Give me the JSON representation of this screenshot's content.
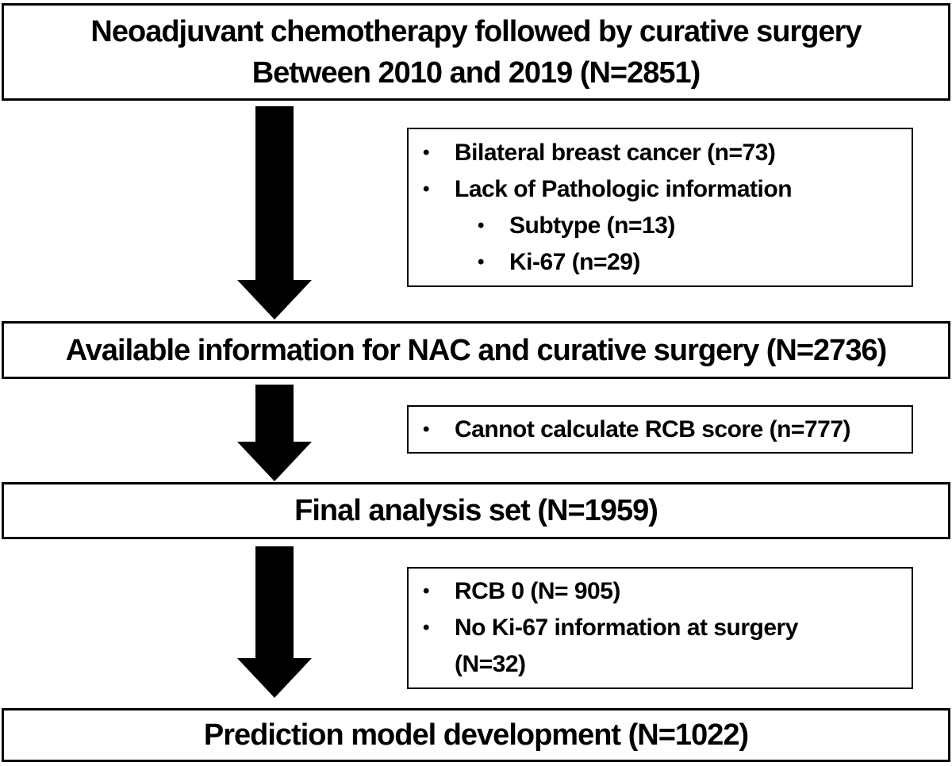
{
  "colors": {
    "ink": "#000000",
    "background": "#ffffff"
  },
  "icons": {
    "bullet": "•",
    "arrow": "down-arrow"
  },
  "boxes": {
    "enrollment": {
      "line1": "Neoadjuvant chemotherapy followed by curative surgery",
      "line2": "Between 2010 and 2019 (N=2851)"
    },
    "available": {
      "label": "Available information for NAC and curative surgery (N=2736)"
    },
    "final_analysis": {
      "label": "Final analysis set (N=1959)"
    },
    "prediction": {
      "label": "Prediction model development (N=1022)"
    }
  },
  "exclusions": {
    "after_enrollment": {
      "item1": "Bilateral breast cancer (n=73)",
      "item2": "Lack of Pathologic information",
      "item2_sub1": "Subtype (n=13)",
      "item2_sub2": "Ki-67 (n=29)"
    },
    "after_available": {
      "item1": "Cannot calculate RCB score (n=777)"
    },
    "after_final": {
      "item1": "RCB 0 (N= 905)",
      "item2": "No Ki-67 information at surgery (N=32)"
    }
  }
}
